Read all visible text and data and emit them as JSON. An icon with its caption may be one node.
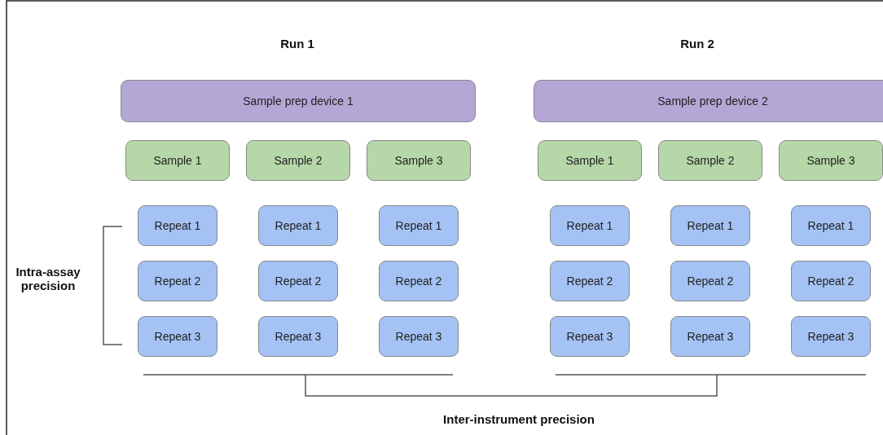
{
  "diagram": {
    "nodes": [
      {
        "text": [
          "Sample prep device 1"
        ]
      },
      {
        "text": [
          "Sample prep device 2"
        ]
      },
      {
        "text": [
          "Sample 1"
        ]
      },
      {
        "text": [
          "Sample 2"
        ]
      },
      {
        "text": [
          "Sample 3"
        ]
      },
      {
        "text": [
          "Sample 1"
        ]
      },
      {
        "text": [
          "Sample 2"
        ]
      },
      {
        "text": [
          "Sample 3"
        ]
      },
      {
        "text": [
          "Repeat 1"
        ]
      },
      {
        "text": [
          "Repeat 1"
        ]
      },
      {
        "text": [
          "Repeat 1"
        ]
      },
      {
        "text": [
          "Repeat 1"
        ]
      },
      {
        "text": [
          "Repeat 1"
        ]
      },
      {
        "text": [
          "Repeat 1"
        ]
      },
      {
        "text": [
          "Repeat 2"
        ]
      },
      {
        "text": [
          "Repeat 2"
        ]
      },
      {
        "text": [
          "Repeat 2"
        ]
      },
      {
        "text": [
          "Repeat 2"
        ]
      },
      {
        "text": [
          "Repeat 2"
        ]
      },
      {
        "text": [
          "Repeat 2"
        ]
      },
      {
        "text": [
          "Repeat 3"
        ]
      },
      {
        "text": [
          "Repeat 3"
        ]
      },
      {
        "text": [
          "Repeat 3"
        ]
      },
      {
        "text": [
          "Repeat 3"
        ]
      },
      {
        "text": [
          "Repeat 3"
        ]
      },
      {
        "text": [
          "Repeat 3"
        ]
      }
    ],
    "labels": [
      "Run 1",
      "Run 2",
      "Intra-assay precision",
      "Inter-instrument precision"
    ]
  }
}
